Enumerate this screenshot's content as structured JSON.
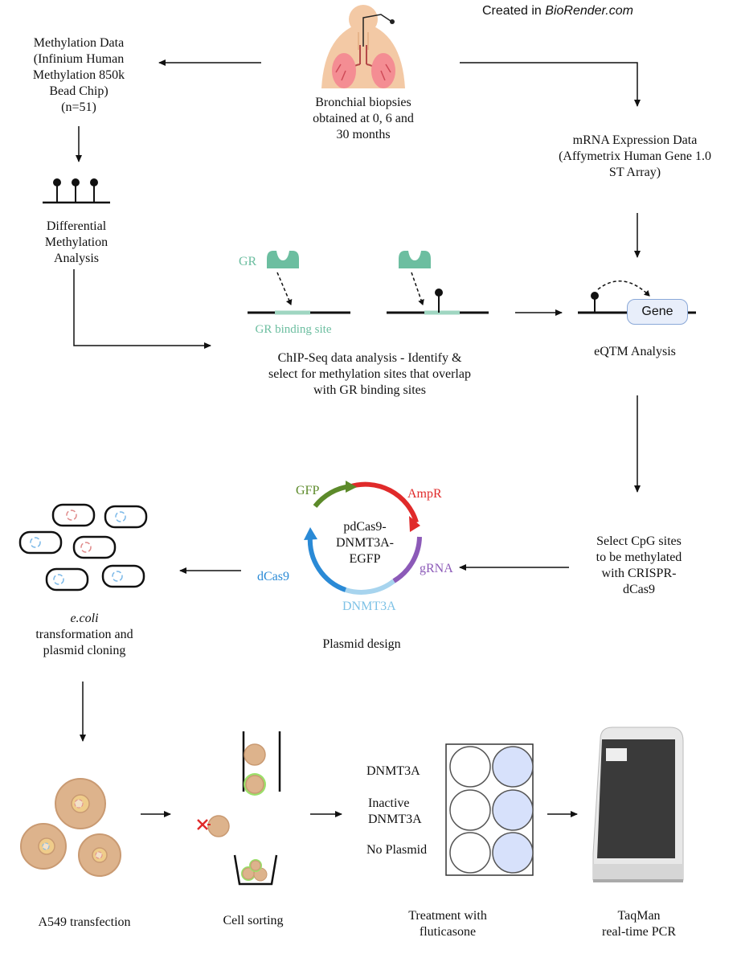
{
  "credit": {
    "prefix": "Created in ",
    "brand": "BioRender.com"
  },
  "biopsies": {
    "lines": [
      "Bronchial biopsies",
      "obtained at 0, 6 and",
      "30 months"
    ]
  },
  "methylation_data": {
    "lines": [
      "Methylation Data",
      "(Infinium Human",
      "Methylation 850k",
      "Bead Chip)",
      "(n=51)"
    ]
  },
  "mrna_data": {
    "lines": [
      "mRNA Expression Data",
      "(Affymetrix Human Gene 1.0",
      "ST Array)"
    ]
  },
  "diff_methylation": {
    "lines": [
      "Differential",
      "Methylation",
      "Analysis"
    ]
  },
  "chipseq": {
    "gr_label": "GR",
    "binding_site_label": "GR binding site",
    "lines": [
      "ChIP-Seq data analysis - Identify &",
      "select for methylation sites that overlap",
      "with GR binding sites"
    ]
  },
  "eqtm": {
    "gene_label": "Gene",
    "title": "eQTM Analysis"
  },
  "select_cpg": {
    "lines": [
      "Select CpG sites",
      "to be methylated",
      "with CRISPR-",
      "dCas9"
    ]
  },
  "plasmid": {
    "center_lines": [
      "pdCas9-",
      "DNMT3A-",
      "EGFP"
    ],
    "segments": {
      "gfp": "GFP",
      "ampr": "AmpR",
      "grna": "gRNA",
      "dnmt3a": "DNMT3A",
      "dcas9": "dCas9"
    },
    "caption": "Plasmid design",
    "colors": {
      "gfp": "#5c8a2a",
      "ampr": "#e02a2a",
      "grna": "#8c5ab8",
      "dnmt3a": "#a7d4ee",
      "dcas9": "#2a8ad6"
    }
  },
  "ecoli": {
    "italic": "e.coli",
    "lines": [
      "transformation and",
      "plasmid cloning"
    ]
  },
  "a549": {
    "title": "A549 transfection"
  },
  "sorting": {
    "title": "Cell sorting"
  },
  "plate": {
    "rows": [
      "DNMT3A",
      "Inactive",
      "DNMT3A",
      "No Plasmid"
    ]
  },
  "treatment": {
    "lines": [
      "Treatment with",
      "fluticasone"
    ]
  },
  "taqman": {
    "lines": [
      "TaqMan",
      "real-time PCR"
    ]
  }
}
